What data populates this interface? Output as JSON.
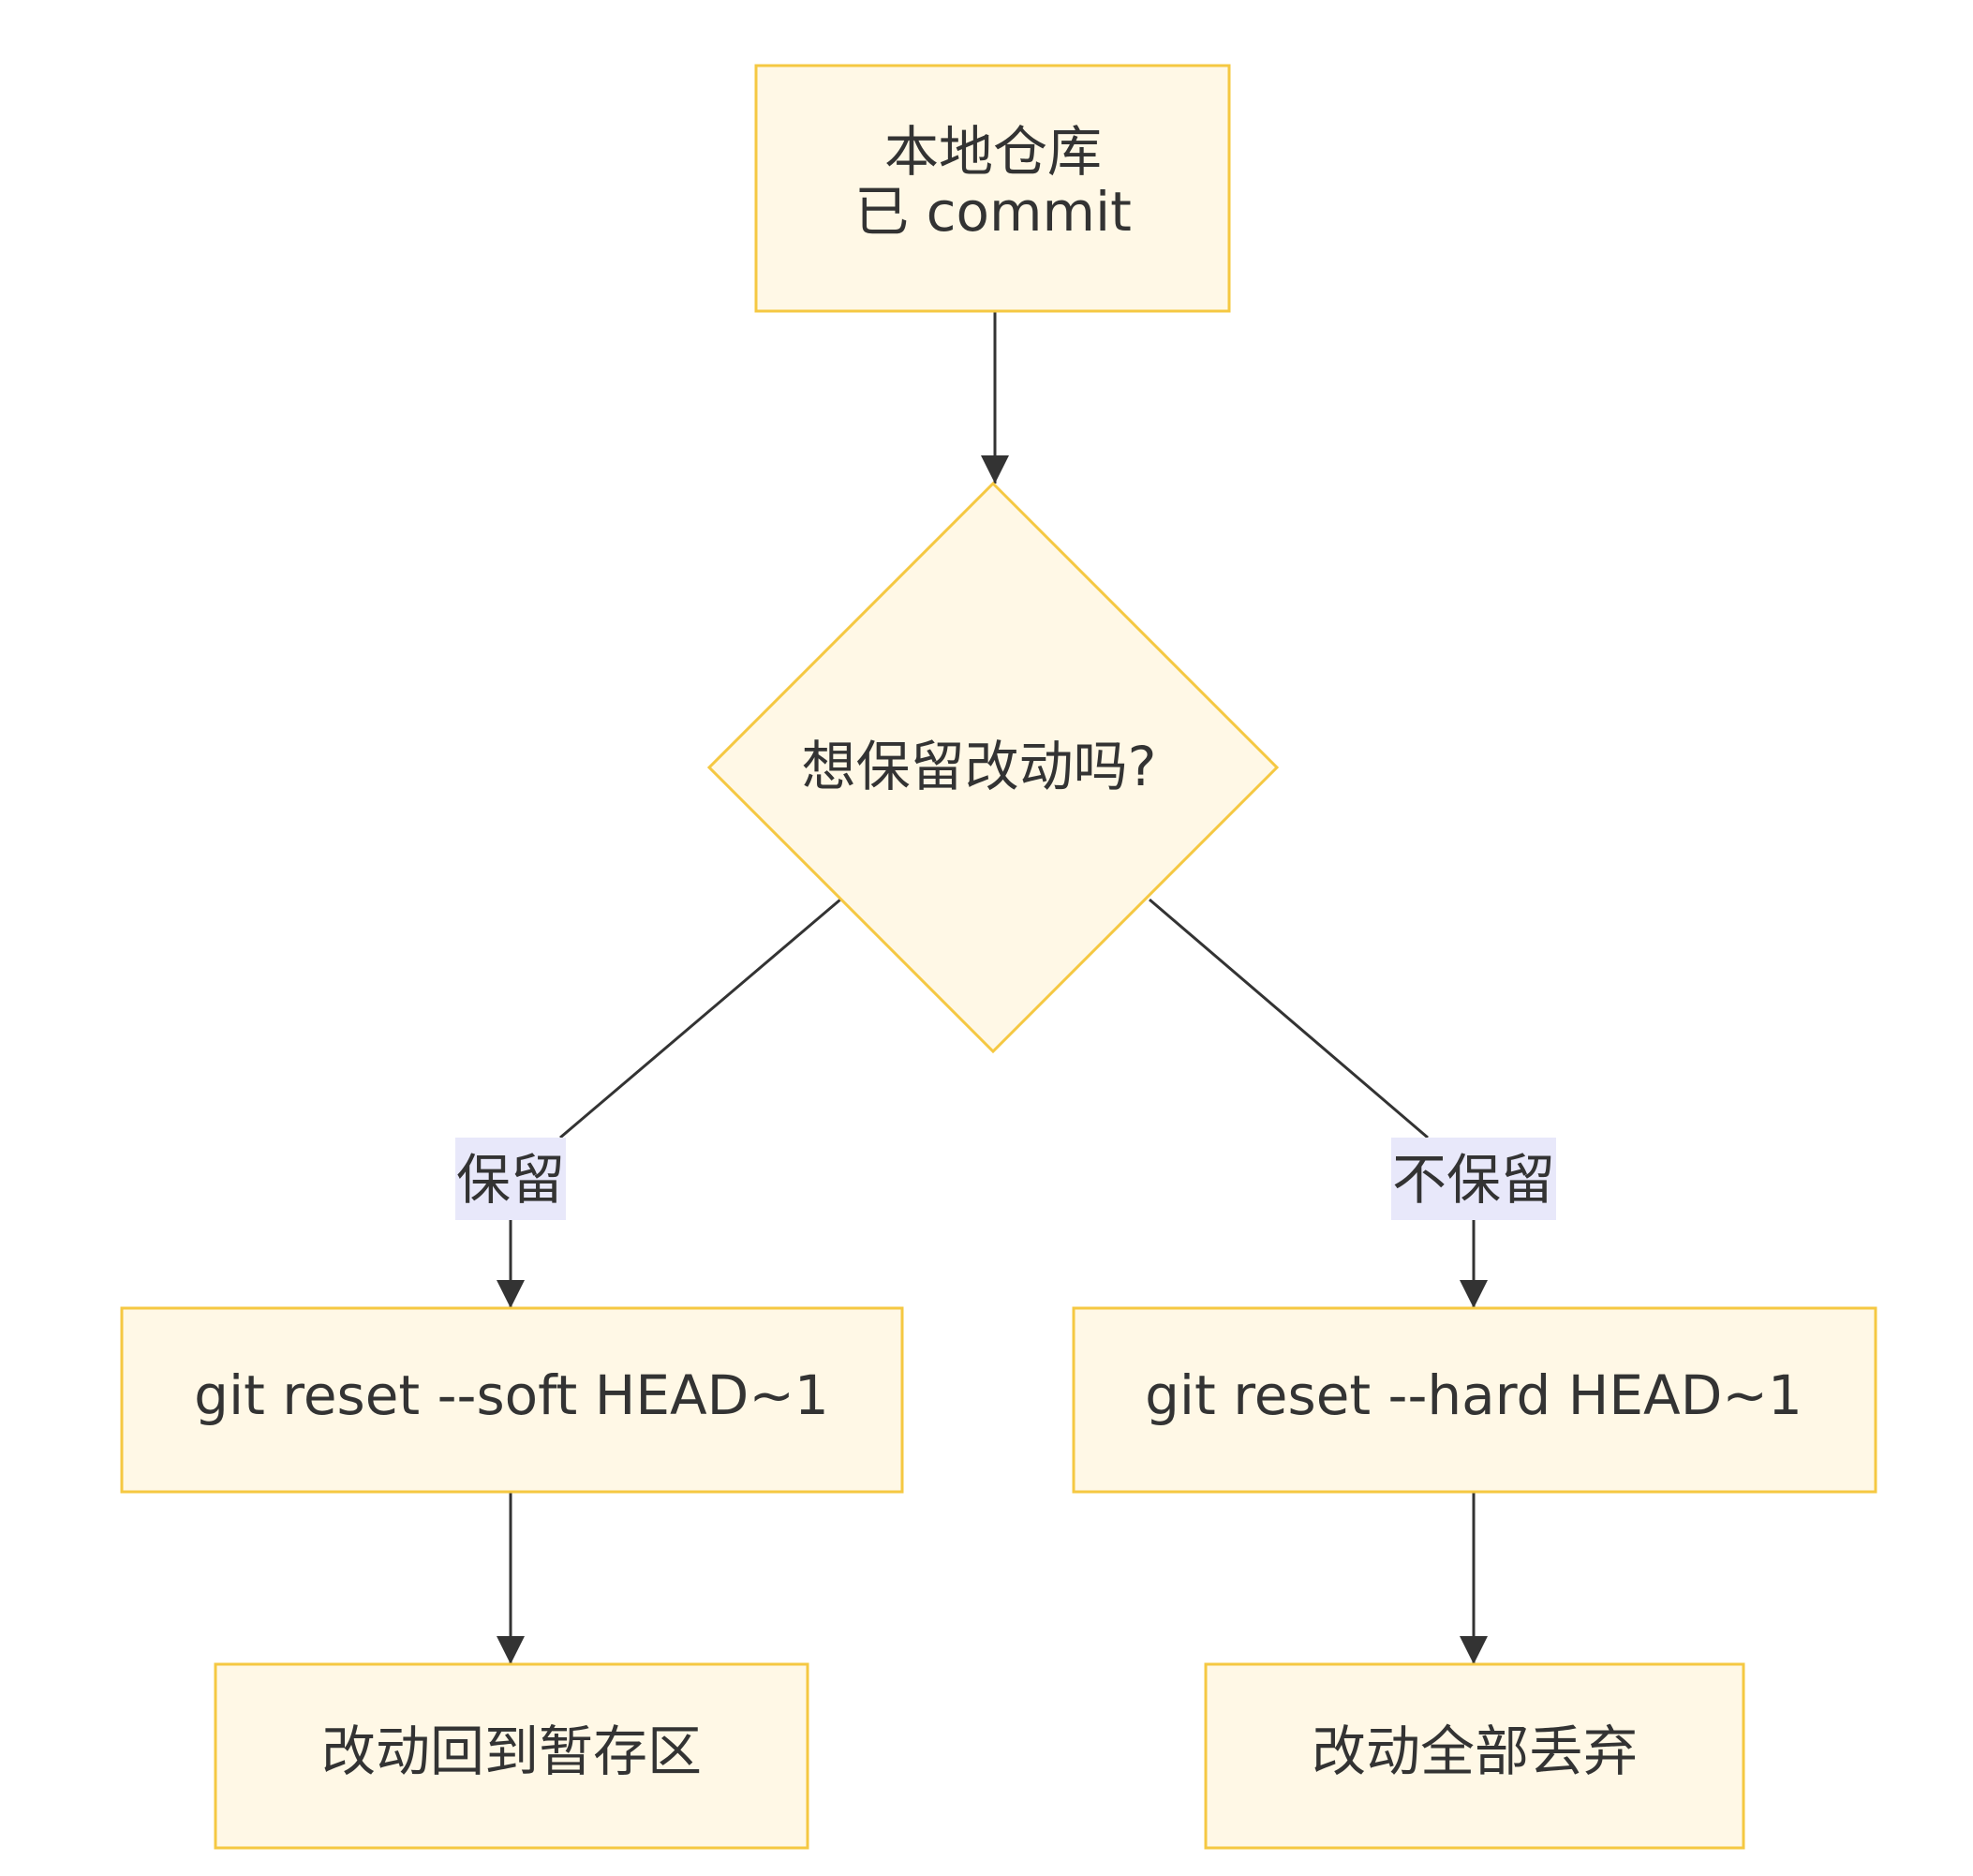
{
  "nodes": {
    "start": {
      "line1": "本地仓库",
      "line2": "已 commit"
    },
    "decision": {
      "label": "想保留改动吗?"
    },
    "soft_reset": {
      "label": "git reset --soft HEAD~1"
    },
    "hard_reset": {
      "label": "git reset --hard HEAD~1"
    },
    "keep_result": {
      "label": "改动回到暂存区"
    },
    "discard_result": {
      "label": "改动全部丢弃"
    }
  },
  "edges": {
    "keep": {
      "label": "保留"
    },
    "discard": {
      "label": "不保留"
    }
  },
  "colors": {
    "node_fill": "#fff8e6",
    "node_stroke": "#f5c842",
    "edge": "#333333",
    "edge_label_bg": "#e8e8fa",
    "text": "#333333"
  }
}
